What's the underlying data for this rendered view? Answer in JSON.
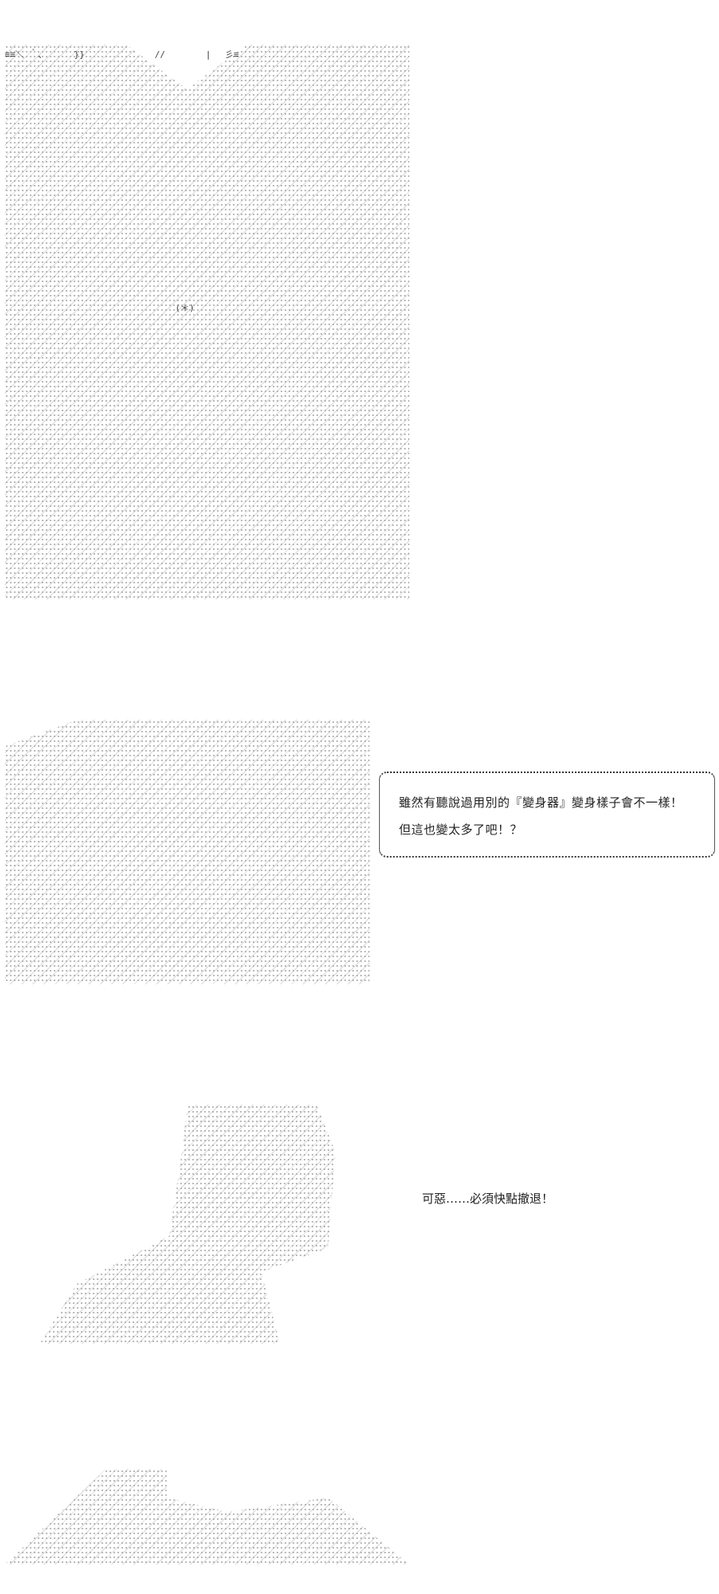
{
  "panels": [
    {
      "id": "panel-1",
      "dialogue": []
    },
    {
      "id": "panel-2",
      "dialogue": [
        "雖然有聽說過用別的『變身器』變身樣子會不一樣！",
        "但這也變太多了吧！？"
      ]
    },
    {
      "id": "panel-3",
      "dialogue": [
        "可惡……必須快點撤退！"
      ]
    },
    {
      "id": "panel-4",
      "dialogue": []
    }
  ]
}
